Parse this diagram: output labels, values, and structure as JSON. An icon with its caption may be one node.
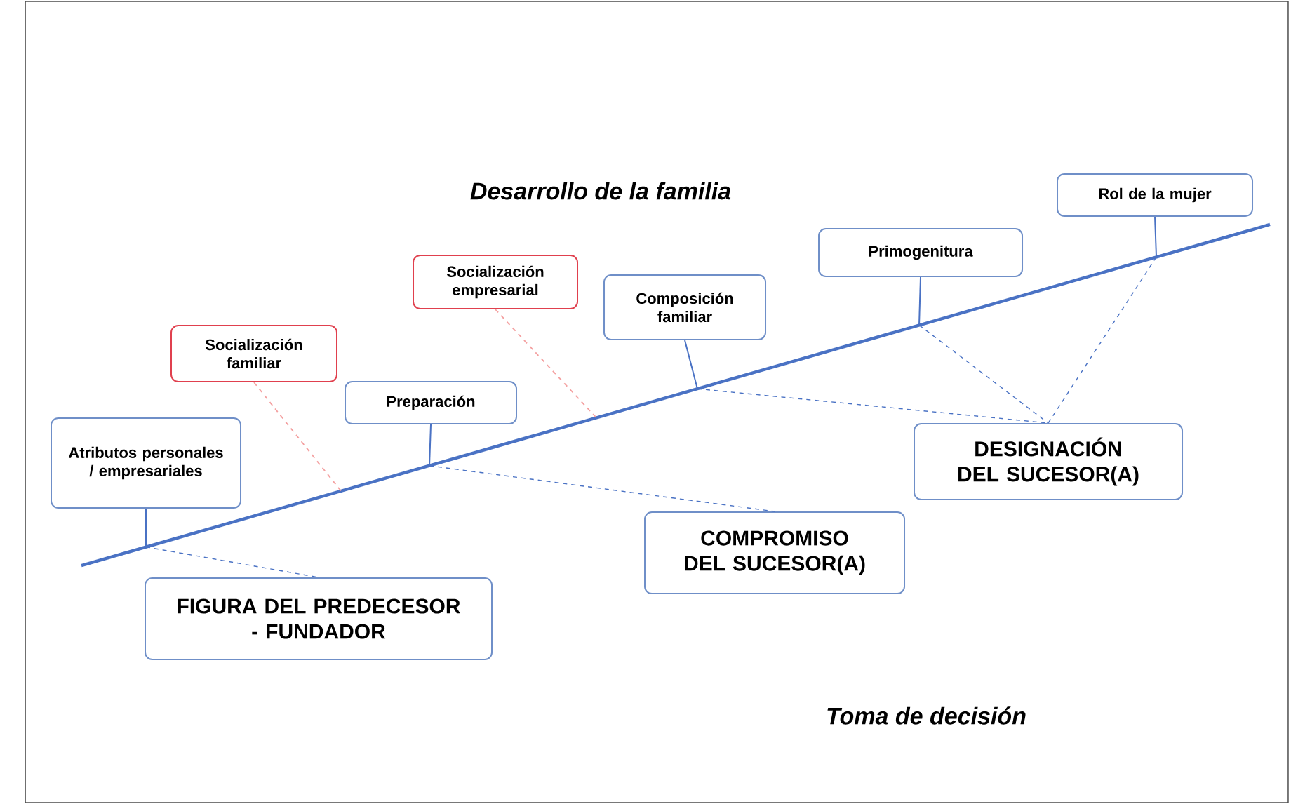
{
  "diagram": {
    "nodes": [
      {
        "text": [],
        "shape": "line"
      },
      {
        "text": [
          "Atributos personales / empresariales"
        ]
      },
      {
        "text": [
          "Socialización familiar"
        ]
      },
      {
        "text": [
          "Preparación"
        ]
      },
      {
        "text": [
          "Socialización empresarial"
        ]
      },
      {
        "text": [
          "Composición familiar"
        ]
      },
      {
        "text": [
          "Primogenitura"
        ]
      },
      {
        "text": [
          "Rol de la mujer"
        ]
      },
      {
        "text": [
          "FIGURA DEL PREDECESOR - FUNDADOR"
        ]
      },
      {
        "text": [
          "COMPROMISO DEL SUCESOR(A)"
        ]
      },
      {
        "text": [
          "DESIGNACIÓN DEL SUCESOR(A)"
        ]
      }
    ],
    "edges": [
      {
        "from": 1,
        "to": 0,
        "arrow": "none"
      },
      {
        "from": 0,
        "to": 8,
        "arrow": "none",
        "style": "dashed"
      },
      {
        "from": 2,
        "to": 0,
        "arrow": "none",
        "style": "dashed",
        "color": "#f4a0a0"
      },
      {
        "from": 3,
        "to": 0,
        "arrow": "none"
      },
      {
        "from": 0,
        "to": 9,
        "arrow": "none",
        "style": "dashed"
      },
      {
        "from": 4,
        "to": 0,
        "arrow": "none",
        "style": "dashed",
        "color": "#f4a0a0"
      },
      {
        "from": 5,
        "to": 0,
        "arrow": "none"
      },
      {
        "from": 0,
        "to": 10,
        "arrow": "none",
        "style": "dashed"
      },
      {
        "from": 6,
        "to": 0,
        "arrow": "none"
      },
      {
        "from": 0,
        "to": 10,
        "arrow": "none",
        "style": "dashed"
      },
      {
        "from": 7,
        "to": 0,
        "arrow": "none"
      },
      {
        "from": 0,
        "to": 10,
        "arrow": "none",
        "style": "dashed"
      }
    ],
    "labels": [
      "Desarrollo de la familia",
      "Toma de decisión"
    ]
  }
}
